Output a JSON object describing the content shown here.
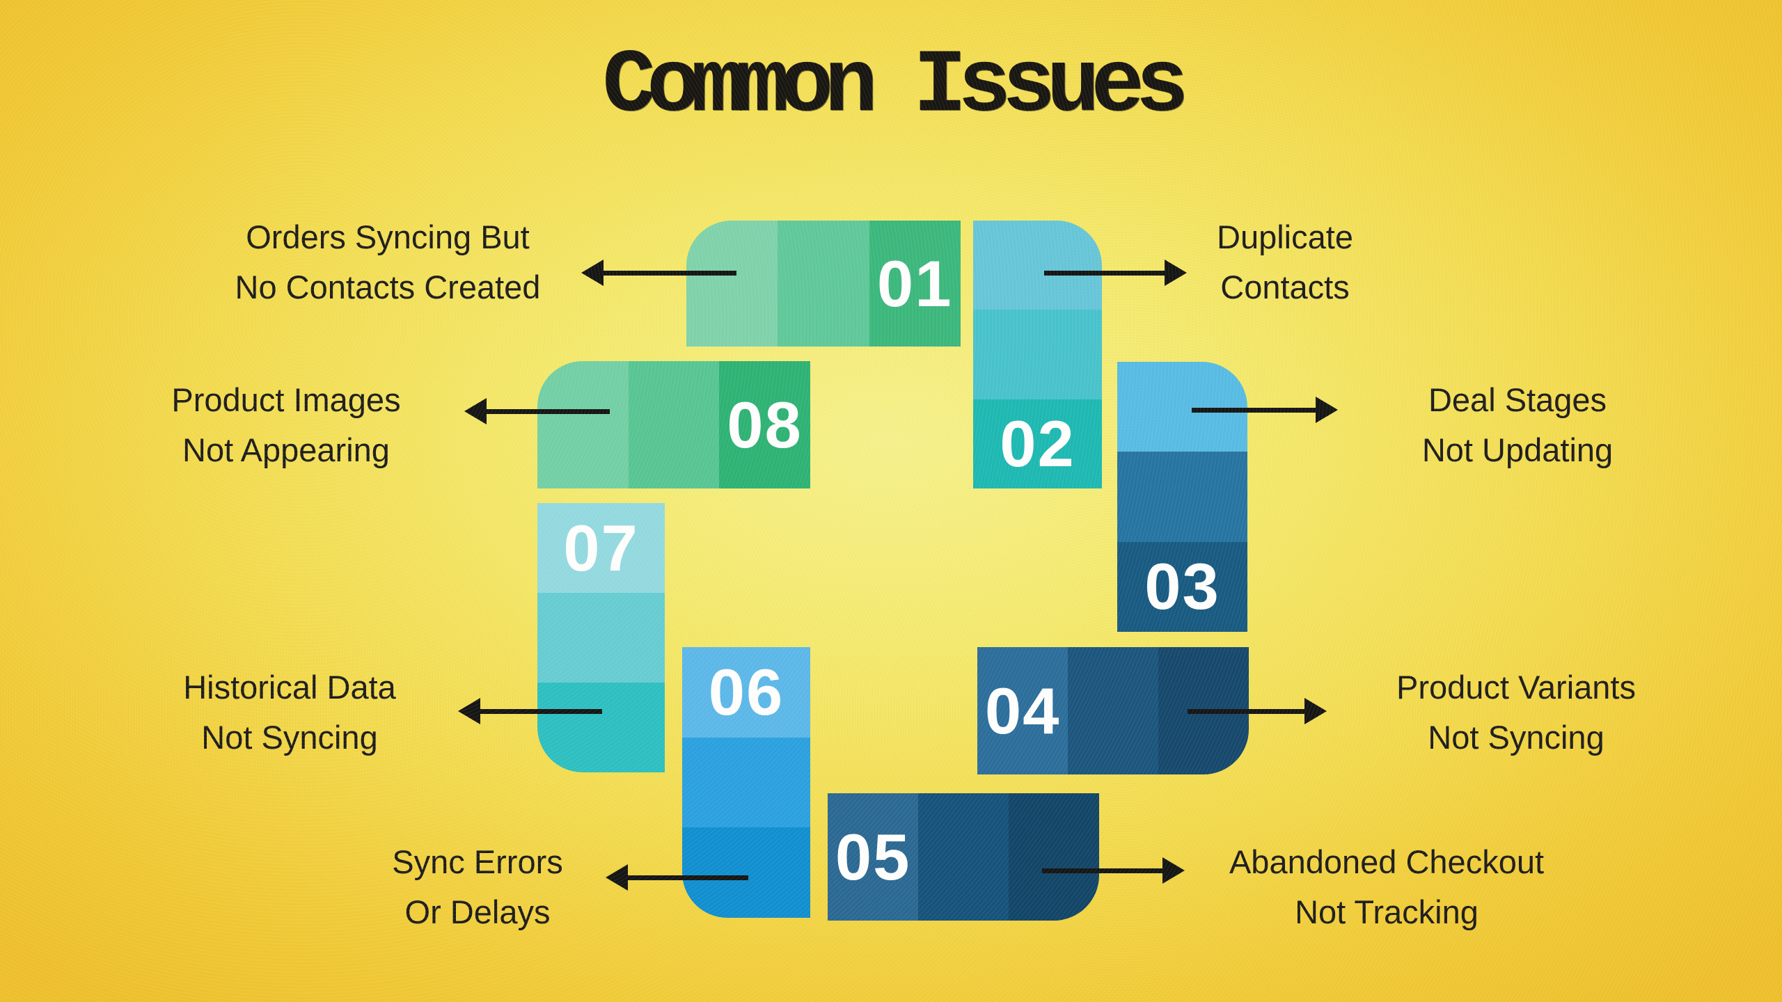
{
  "title": "Common Issues",
  "colors": {
    "background_center": "#f6f18c",
    "background_edge": "#eec02c",
    "arrow": "#141414",
    "label_text": "#1c1c1c",
    "number_text": "#ffffff"
  },
  "segments": [
    {
      "number": "01",
      "stripes": [
        "#7fd3ac",
        "#5fc99b",
        "#3bb87d"
      ]
    },
    {
      "number": "02",
      "stripes": [
        "#66c6d9",
        "#48c3cd",
        "#1db9b3"
      ]
    },
    {
      "number": "03",
      "stripes": [
        "#57bce5",
        "#2574a2",
        "#175a82"
      ]
    },
    {
      "number": "04",
      "stripes": [
        "#2b6e9c",
        "#1a557e",
        "#15486d"
      ]
    },
    {
      "number": "05",
      "stripes": [
        "#2a6894",
        "#15527c",
        "#114568"
      ]
    },
    {
      "number": "06",
      "stripes": [
        "#5cb8ea",
        "#2aa1e1",
        "#108fd1"
      ]
    },
    {
      "number": "07",
      "stripes": [
        "#93dae1",
        "#66cdd3",
        "#2dc0c2"
      ]
    },
    {
      "number": "08",
      "stripes": [
        "#73d0a6",
        "#57c694",
        "#2db375"
      ]
    }
  ],
  "issues": [
    {
      "id": "orders-syncing",
      "line1": "Orders Syncing But",
      "line2": "No Contacts Created",
      "side": "left",
      "segment": "01",
      "arrow_direction": "left"
    },
    {
      "id": "duplicate-contacts",
      "line1": "Duplicate",
      "line2": "Contacts",
      "side": "right",
      "segment": "02",
      "arrow_direction": "right"
    },
    {
      "id": "product-images",
      "line1": "Product Images",
      "line2": "Not Appearing",
      "side": "left",
      "segment": "08",
      "arrow_direction": "left"
    },
    {
      "id": "deal-stages",
      "line1": "Deal Stages",
      "line2": "Not Updating",
      "side": "right",
      "segment": "03",
      "arrow_direction": "right"
    },
    {
      "id": "historical-data",
      "line1": "Historical Data",
      "line2": "Not Syncing",
      "side": "left",
      "segment": "07",
      "arrow_direction": "left"
    },
    {
      "id": "product-variants",
      "line1": "Product Variants",
      "line2": "Not Syncing",
      "side": "right",
      "segment": "04",
      "arrow_direction": "right"
    },
    {
      "id": "sync-errors",
      "line1": "Sync Errors",
      "line2": "Or Delays",
      "side": "left",
      "segment": "06",
      "arrow_direction": "left"
    },
    {
      "id": "abandoned-checkout",
      "line1": "Abandoned Checkout",
      "line2": "Not Tracking",
      "side": "right",
      "segment": "05",
      "arrow_direction": "right"
    }
  ]
}
